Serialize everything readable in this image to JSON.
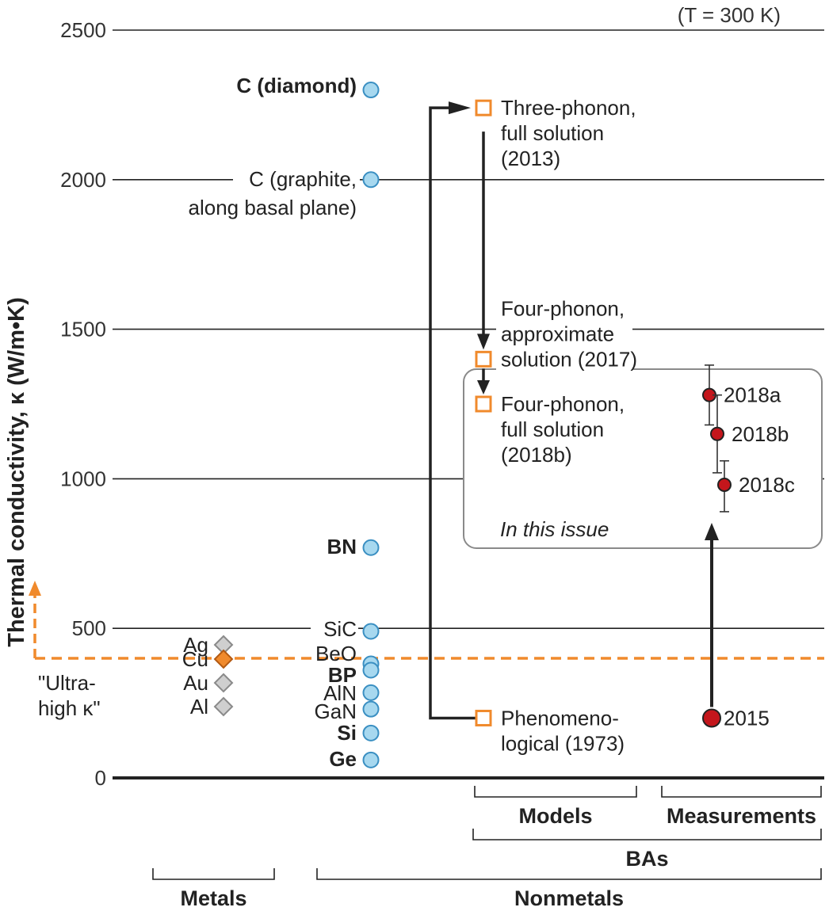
{
  "chart_data": {
    "type": "scatter",
    "ylabel": "Thermal conductivity, κ (W/m•K)",
    "annotation_temperature": "(T = 300 K)",
    "ylim": [
      0,
      2500
    ],
    "yticks": [
      "0",
      "500",
      "1000",
      "1500",
      "2000",
      "2500"
    ],
    "grid": true,
    "metals": [
      {
        "name": "Ag",
        "value": 430
      },
      {
        "name": "Cu",
        "value": 400,
        "highlight": true
      },
      {
        "name": "Au",
        "value": 320
      },
      {
        "name": "Al",
        "value": 240
      }
    ],
    "nonmetals": [
      {
        "name": "C (diamond)",
        "value": 2300,
        "bold": true
      },
      {
        "name": "C (graphite,",
        "name2": "along basal plane)",
        "value": 2000
      },
      {
        "name": "BN",
        "value": 770,
        "bold": true
      },
      {
        "name": "SiC",
        "value": 490
      },
      {
        "name": "BeO",
        "value": 370
      },
      {
        "name": "BP",
        "value": 350,
        "bold": true
      },
      {
        "name": "AlN",
        "value": 285
      },
      {
        "name": "GaN",
        "value": 230
      },
      {
        "name": "Si",
        "value": 150,
        "bold": true
      },
      {
        "name": "Ge",
        "value": 60,
        "bold": true
      }
    ],
    "models": [
      {
        "lines": [
          "Three-phonon,",
          "full solution",
          "(2013)"
        ],
        "value": 2240
      },
      {
        "lines": [
          "Four-phonon,",
          "approximate",
          "solution (2017)"
        ],
        "value": 1400
      },
      {
        "lines": [
          "Four-phonon,",
          "full solution",
          "(2018b)"
        ],
        "value": 1250
      },
      {
        "lines": [
          "Phenomeno-",
          "logical (1973)"
        ],
        "value": 200
      }
    ],
    "measurements": [
      {
        "name": "2015",
        "value": 200
      },
      {
        "name": "2018a",
        "value": 1280,
        "err_low": 1180,
        "err_high": 1380
      },
      {
        "name": "2018b",
        "value": 1150,
        "err_low": 1020,
        "err_high": 1280
      },
      {
        "name": "2018c",
        "value": 980,
        "err_low": 890,
        "err_high": 1060
      }
    ],
    "highlight_box_label": "In this issue",
    "ultra_high": {
      "value": 400,
      "lines": [
        "\"Ultra-",
        "high κ\""
      ]
    },
    "groups": {
      "models": "Models",
      "measurements": "Measurements",
      "bas": "BAs",
      "metals": "Metals",
      "nonmetals": "Nonmetals"
    },
    "colors": {
      "nonmetal_fill": "#a7d8ef",
      "nonmetal_stroke": "#3a8fc2",
      "metal_fill": "#cfcfcf",
      "metal_stroke": "#8a8a8a",
      "highlight_metal": "#f08a2c",
      "model_stroke": "#f08a2c",
      "measure_fill": "#c4161c",
      "ultra_dash": "#f08a2c"
    }
  }
}
